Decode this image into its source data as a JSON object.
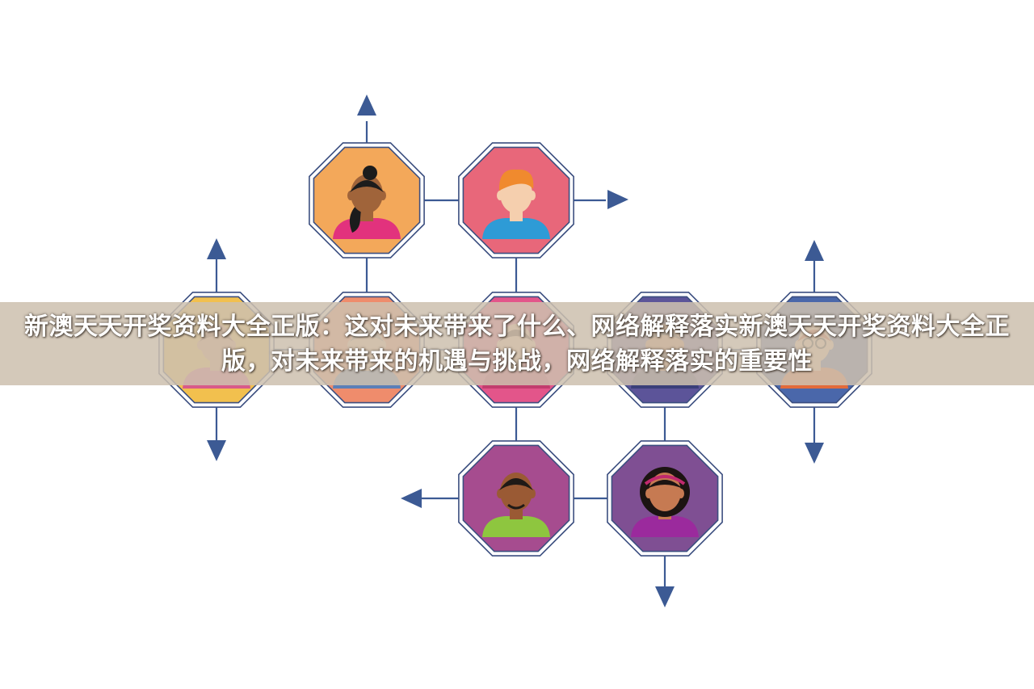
{
  "banner": {
    "title": "新澳天天开奖资料大全正版：这对未来带来了什么、网络解释落实新澳天天开奖资料大全正版，对未来带来的机遇与挑战，网络解释落实的重要性"
  },
  "colors": {
    "line": "#3c5a94",
    "octagon_border": "#3c4f80",
    "background": "#ffffff"
  },
  "nodes": [
    {
      "id": "node-top-left",
      "fill": "#f3a85a",
      "person": "woman-ponytail",
      "skin": "#a0643a",
      "hair": "#1c1c1c",
      "shirt": "#e2327d"
    },
    {
      "id": "node-top-right",
      "fill": "#e8677a",
      "person": "man-ginger",
      "skin": "#f5cfae",
      "hair": "#f08a2e",
      "shirt": "#2e9bd6"
    },
    {
      "id": "node-mid-1",
      "fill": "#f2c04e",
      "person": "woman-hidden",
      "skin": "#d99a7a",
      "hair": "#8a4d3a",
      "shirt": "#d85a8a"
    },
    {
      "id": "node-mid-2",
      "fill": "#ef8c6c",
      "person": "man-gray",
      "skin": "#f1c7a6",
      "hair": "#8d8d8d",
      "shirt": "#5b7fb8"
    },
    {
      "id": "node-mid-3",
      "fill": "#e3558a",
      "person": "person-hidden",
      "skin": "#f3c4a2",
      "hair": "#5a3b2a",
      "shirt": "#c23c6e"
    },
    {
      "id": "node-mid-4",
      "fill": "#5c5499",
      "person": "man-beard",
      "skin": "#c98a5c",
      "hair": "#4a3a32",
      "shirt": "#3a3f7a"
    },
    {
      "id": "node-mid-5",
      "fill": "#4a67aa",
      "person": "man-glasses",
      "skin": "#f1c2a0",
      "hair": "#c24d2a",
      "shirt": "#e26a3a"
    },
    {
      "id": "node-bottom-left",
      "fill": "#a64c8f",
      "person": "man-dark",
      "skin": "#9a5a34",
      "hair": "#1f1a17",
      "shirt": "#8ec63f"
    },
    {
      "id": "node-bottom-right",
      "fill": "#7f4f93",
      "person": "woman-curly",
      "skin": "#c67a52",
      "hair": "#1c1412",
      "shirt": "#9b2a9d"
    }
  ],
  "arrows": [
    {
      "id": "arrow-top-up",
      "direction": "up"
    },
    {
      "id": "arrow-right",
      "direction": "right"
    },
    {
      "id": "arrow-left-up",
      "direction": "up"
    },
    {
      "id": "arrow-left-down",
      "direction": "down"
    },
    {
      "id": "arrow-right-up",
      "direction": "up"
    },
    {
      "id": "arrow-right-down",
      "direction": "down"
    },
    {
      "id": "arrow-bottom-left",
      "direction": "left"
    },
    {
      "id": "arrow-bottom-down",
      "direction": "down"
    }
  ]
}
